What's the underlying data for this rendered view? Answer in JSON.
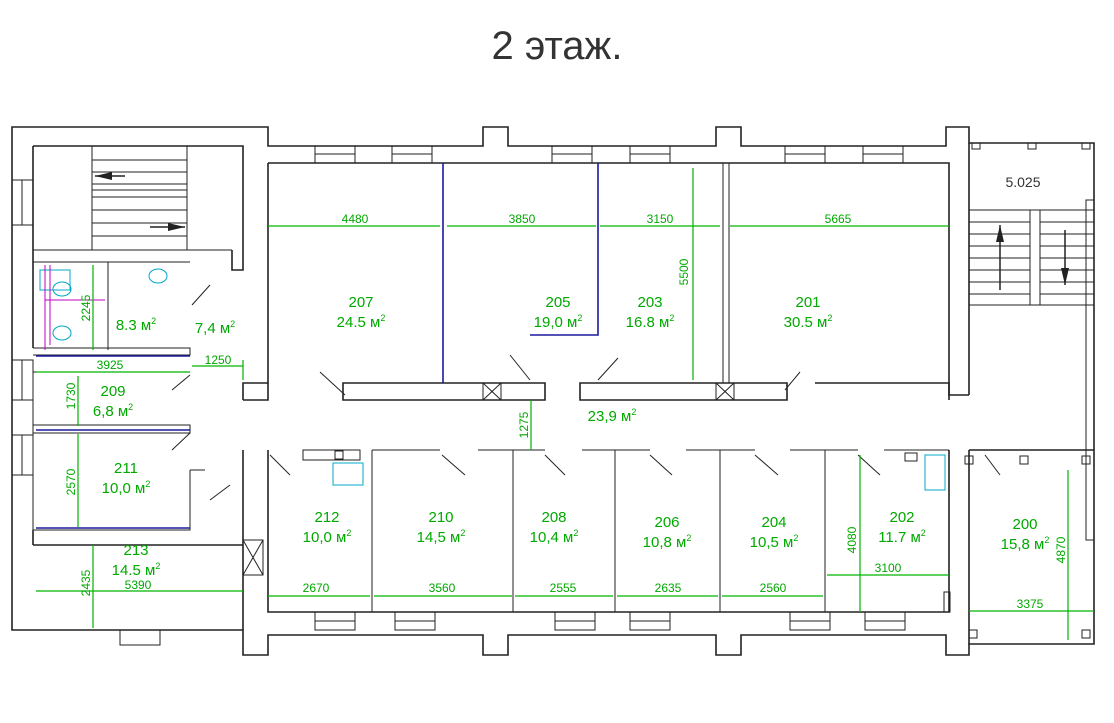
{
  "title": "2 этаж.",
  "level_mark": "5.025",
  "rooms": [
    {
      "num": "207",
      "area": "24.5 м",
      "sup": "2"
    },
    {
      "num": "205",
      "area": "19,0 м",
      "sup": "2"
    },
    {
      "num": "203",
      "area": "16.8 м",
      "sup": "2"
    },
    {
      "num": "201",
      "area": "30.5 м",
      "sup": "2"
    },
    {
      "num": "",
      "area": "8.3 м",
      "sup": "2"
    },
    {
      "num": "",
      "area": "7,4 м",
      "sup": "2"
    },
    {
      "num": "209",
      "area": "6,8 м",
      "sup": "2"
    },
    {
      "num": "211",
      "area": "10,0 м",
      "sup": "2"
    },
    {
      "num": "213",
      "area": "14.5 м",
      "sup": "2"
    },
    {
      "num": "212",
      "area": "10,0 м",
      "sup": "2"
    },
    {
      "num": "210",
      "area": "14,5 м",
      "sup": "2"
    },
    {
      "num": "208",
      "area": "10,4 м",
      "sup": "2"
    },
    {
      "num": "206",
      "area": "10,8 м",
      "sup": "2"
    },
    {
      "num": "204",
      "area": "10,5 м",
      "sup": "2"
    },
    {
      "num": "202",
      "area": "11.7 м",
      "sup": "2"
    },
    {
      "num": "200",
      "area": "15,8 м",
      "sup": "2"
    },
    {
      "num": "",
      "area": "23,9 м",
      "sup": "2"
    }
  ],
  "dimensions": [
    "4480",
    "3850",
    "3150",
    "5665",
    "5500",
    "2245",
    "3925",
    "1250",
    "1730",
    "1275",
    "2570",
    "2435",
    "5390",
    "2670",
    "3560",
    "2555",
    "2635",
    "2560",
    "4080",
    "3100",
    "4870",
    "3375"
  ]
}
